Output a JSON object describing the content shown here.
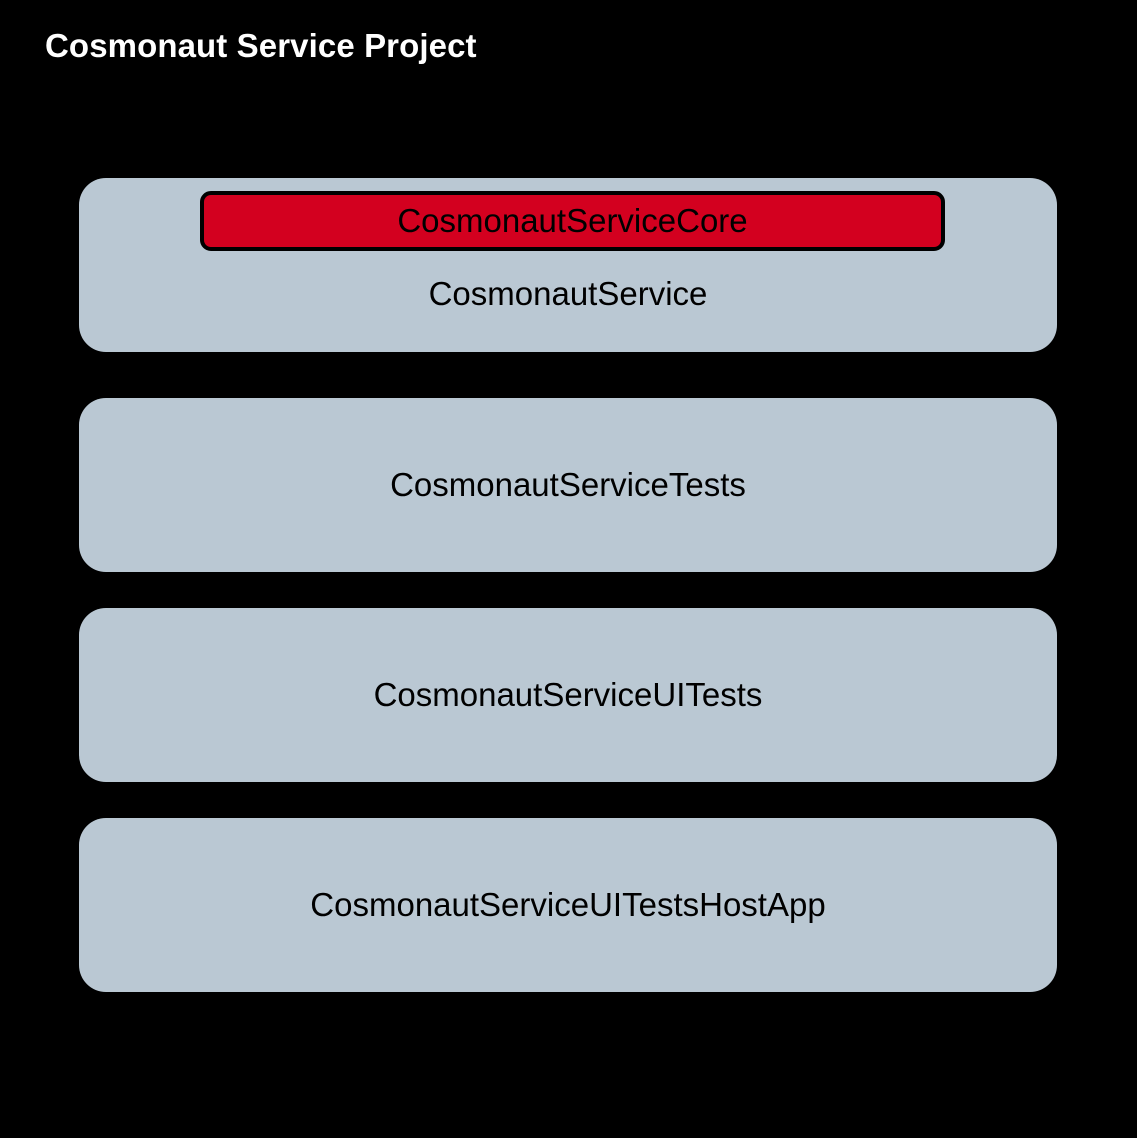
{
  "page": {
    "title": "Cosmonaut Service Project",
    "background_color": "#000000"
  },
  "theme": {
    "card_color": "#bac8d3",
    "highlight_color": "#d3001f",
    "highlight_border_color": "#000000",
    "title_color": "#ffffff",
    "label_color": "#000000"
  },
  "targets": [
    {
      "name": "CosmonautService",
      "highlight": {
        "label": "CosmonautServiceCore",
        "selected": true
      }
    },
    {
      "name": "CosmonautServiceTests",
      "highlight": null
    },
    {
      "name": "CosmonautServiceUITests",
      "highlight": null
    },
    {
      "name": "CosmonautServiceUITestsHostApp",
      "highlight": null
    }
  ]
}
